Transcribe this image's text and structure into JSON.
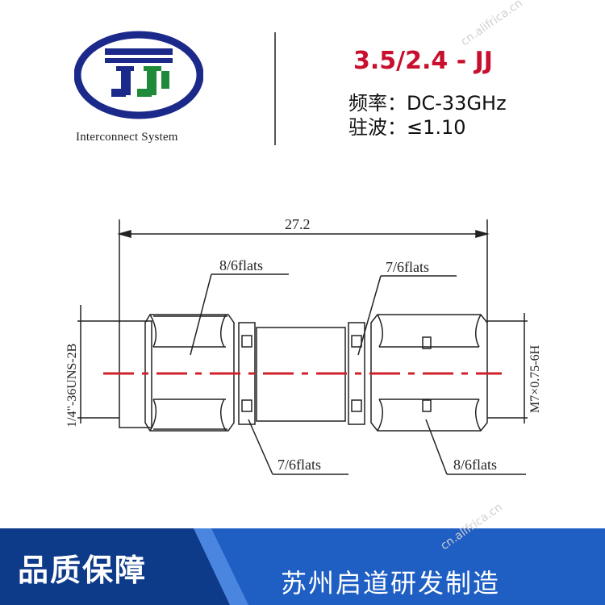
{
  "header": {
    "logo_caption": "Interconnect System",
    "model": "3.5/2.4 - JJ",
    "frequency_label": "频率：",
    "frequency_value": "DC-33GHz",
    "vswr_label": "驻波：",
    "vswr_value": "≤1.10"
  },
  "drawing": {
    "overall_length": "27.2",
    "label_top_left": "8/6flats",
    "label_top_right": "7/6flats",
    "label_bottom_left": "7/6flats",
    "label_bottom_right": "8/6flats",
    "thread_left": "1/4\"-36UNS-2B",
    "thread_right": "M7×0.75-6H"
  },
  "footer": {
    "left_text": "品质保障",
    "right_text": "苏州启道研发制造"
  },
  "watermark": "cn.alifrica.cn",
  "colors": {
    "accent_red": "#c8102e",
    "footer_blue": "#1f5fc4",
    "footer_dark": "#0e3a8a",
    "logo_blue": "#1b2a8a",
    "logo_green": "#1f8a3a"
  }
}
